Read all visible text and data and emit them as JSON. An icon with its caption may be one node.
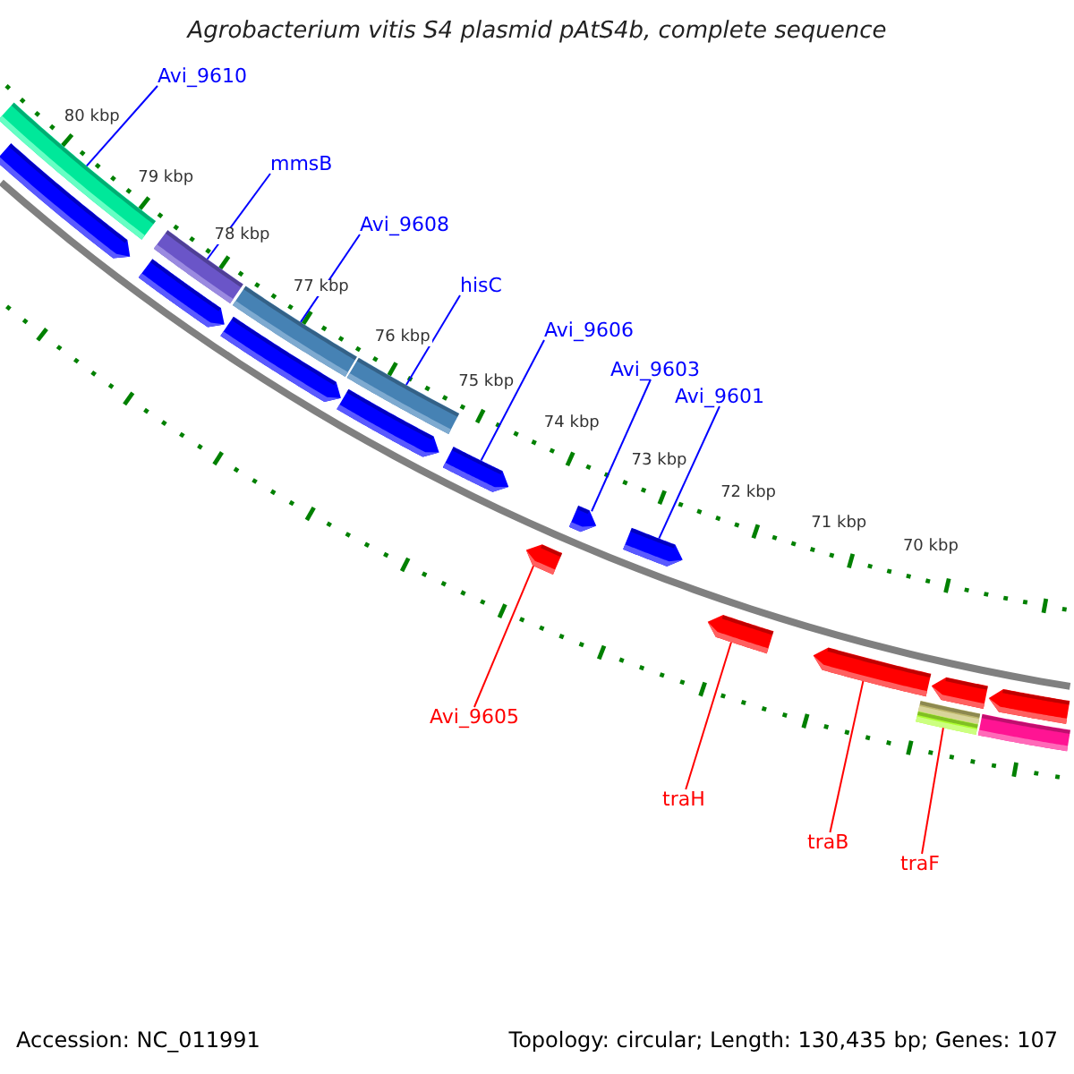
{
  "diagram": {
    "title": "Agrobacterium vitis S4 plasmid pAtS4b, complete sequence",
    "nodes": [
      {
        "text": [
          "Avi_9610"
        ]
      },
      {
        "text": [
          "mmsB"
        ]
      },
      {
        "text": [
          "Avi_9608"
        ]
      },
      {
        "text": [
          "hisC"
        ]
      },
      {
        "text": [
          "Avi_9606"
        ]
      },
      {
        "text": [
          "Avi_9603"
        ]
      },
      {
        "text": [
          "Avi_9601"
        ]
      },
      {
        "text": [
          "Avi_9605"
        ]
      },
      {
        "text": [
          "traH"
        ]
      },
      {
        "text": [
          "traB"
        ]
      },
      {
        "text": [
          "traF"
        ]
      },
      {
        "text": [],
        "shape": "bar"
      },
      {
        "text": [],
        "shape": "bar"
      },
      {
        "text": [],
        "shape": "bar"
      },
      {
        "text": [],
        "shape": "bar"
      },
      {
        "text": [],
        "shape": "bar"
      },
      {
        "text": [],
        "shape": "bar"
      },
      {
        "text": [],
        "shape": "bar"
      },
      {
        "text": [],
        "shape": "bar"
      },
      {
        "text": [],
        "shape": "bar"
      },
      {
        "text": [],
        "shape": "bar"
      },
      {
        "text": [],
        "shape": "bar"
      }
    ],
    "edges": [
      {
        "from": 0,
        "to": 11,
        "arrow": "none"
      },
      {
        "from": 1,
        "to": 12,
        "arrow": "none"
      },
      {
        "from": 2,
        "to": 13,
        "arrow": "none"
      },
      {
        "from": 3,
        "to": 14,
        "arrow": "none"
      },
      {
        "from": 4,
        "to": 15,
        "arrow": "none"
      },
      {
        "from": 5,
        "to": 17,
        "arrow": "none"
      },
      {
        "from": 6,
        "to": 18,
        "arrow": "none"
      },
      {
        "from": 7,
        "to": 16,
        "arrow": "none",
        "color": "#ff0000"
      },
      {
        "from": 8,
        "to": 19,
        "arrow": "none",
        "color": "#ff0000"
      },
      {
        "from": 9,
        "to": 20,
        "arrow": "none",
        "color": "#ff0000"
      },
      {
        "from": 10,
        "to": 21,
        "arrow": "none",
        "color": "#ff0000"
      }
    ],
    "labels": [
      "80 kbp",
      "79 kbp",
      "78 kbp",
      "77 kbp",
      "76 kbp",
      "75 kbp",
      "74 kbp",
      "73 kbp",
      "72 kbp",
      "71 kbp",
      "70 kbp",
      "Accession: NC_011991",
      "Topology: circular; Length: 130,435 bp; Genes: 107"
    ]
  }
}
